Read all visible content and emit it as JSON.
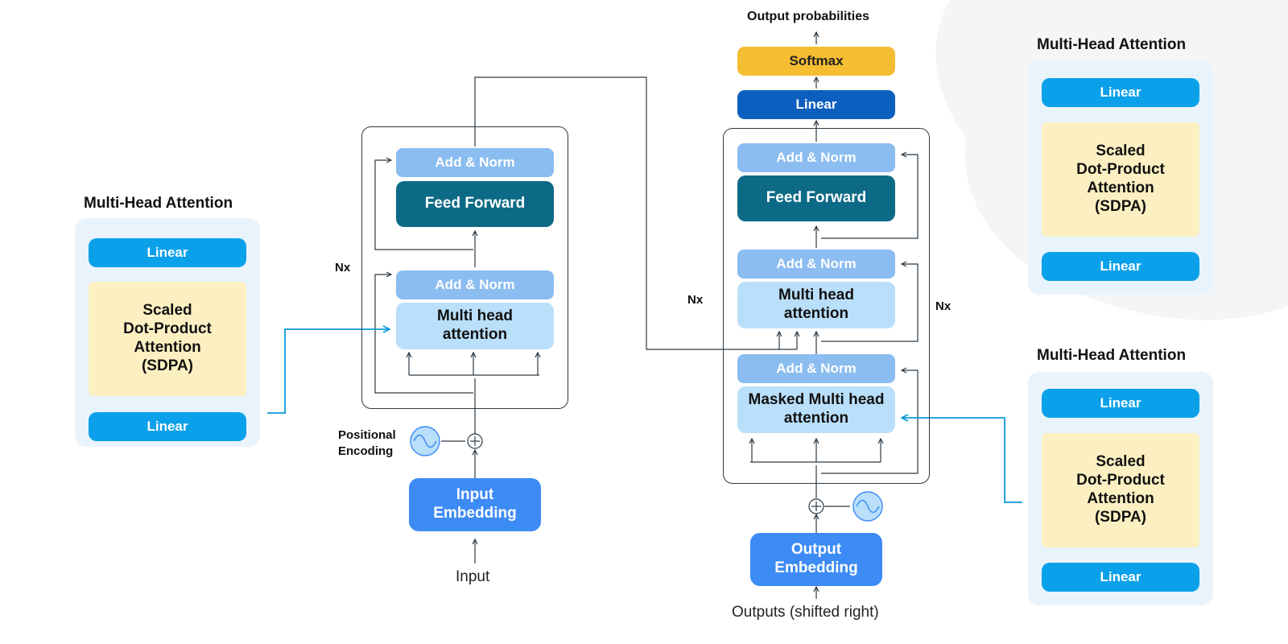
{
  "left_panel": {
    "title": "Multi-Head Attention",
    "linear_top": "Linear",
    "sdpa": [
      "Scaled",
      "Dot-Product",
      "Attention",
      "(SDPA)"
    ],
    "linear_bottom": "Linear"
  },
  "encoder": {
    "add_norm_top": "Add & Norm",
    "feed_forward": "Feed Forward",
    "add_norm_bottom": "Add & Norm",
    "mha": [
      "Multi head",
      "attention"
    ],
    "nx": "Nx",
    "positional_encoding": [
      "Positional",
      "Encoding"
    ],
    "embedding": [
      "Input",
      "Embedding"
    ],
    "input": "Input"
  },
  "decoder": {
    "output_probabilities": "Output probabilities",
    "softmax": "Softmax",
    "linear": "Linear",
    "add_norm_1": "Add & Norm",
    "feed_forward": "Feed Forward",
    "add_norm_2": "Add & Norm",
    "mha": [
      "Multi head",
      "attention"
    ],
    "add_norm_3": "Add & Norm",
    "masked_mha": [
      "Masked Multi head",
      "attention"
    ],
    "nx_left": "Nx",
    "nx_right": "Nx",
    "embedding": [
      "Output",
      "Embedding"
    ],
    "outputs": "Outputs (shifted right)"
  },
  "right_top_panel": {
    "title": "Multi-Head Attention",
    "linear_top": "Linear",
    "sdpa": [
      "Scaled",
      "Dot-Product",
      "Attention",
      "(SDPA)"
    ],
    "linear_bottom": "Linear"
  },
  "right_bottom_panel": {
    "title": "Multi-Head Attention",
    "linear_top": "Linear",
    "sdpa": [
      "Scaled",
      "Dot-Product",
      "Attention",
      "(SDPA)"
    ],
    "linear_bottom": "Linear"
  },
  "colors": {
    "linear": "#0ba0ea",
    "sdpa": "#fcf0c2",
    "add_norm": "#8bbdf0",
    "feed_forward": "#0d6a86",
    "multi_head": "#b9dffa",
    "embedding": "#3d8bf5",
    "softmax": "#f5bd32",
    "output_linear": "#0c5fbf",
    "connector": "#0b9ad8"
  }
}
